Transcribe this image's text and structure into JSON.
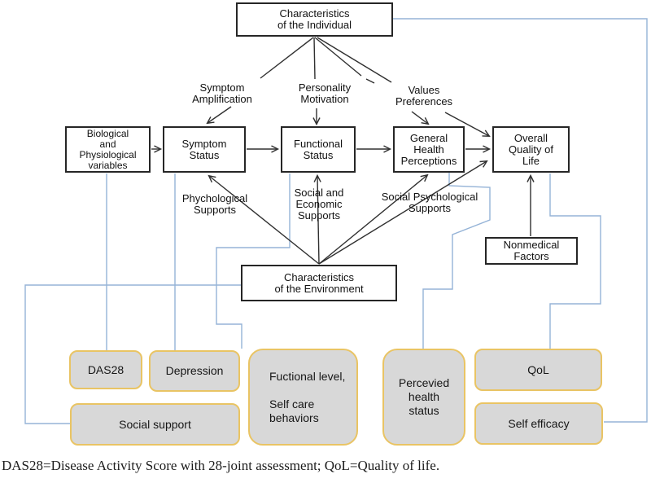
{
  "figure": {
    "title_hint": "Health-related quality of life conceptual model",
    "boxes": {
      "individual": "Characteristics\nof the Individual",
      "biological": "Biological\nand\nPhysiological\nvariables",
      "symptom": "Symptom\nStatus",
      "functional": "Functional\nStatus",
      "general_health": "General\nHealth\nPerceptions",
      "overall_qol": "Overall\nQuality of\nLife",
      "nonmedical": "Nonmedical\nFactors",
      "environment": "Characteristics\nof the Environment"
    },
    "labels": {
      "symptom_amplification": "Symptom\nAmplification",
      "personality_motivation": "Personality\nMotivation",
      "values_preferences": "Values\nPreferences",
      "psychological_supports": "Phychological\nSupports",
      "social_economic_supports": "Social and\nEconomic\nSupports",
      "social_psychological_supports": "Social Psychological\nSupports"
    },
    "measures": {
      "das28": "DAS28",
      "depression": "Depression",
      "functional_level": "Fuctional level,\n\nSelf care\nbehaviors",
      "perceived_health": "Percevied\nhealth\nstatus",
      "qol": "QoL",
      "social_support": "Social support",
      "self_efficacy": "Self efficacy"
    },
    "caption": "DAS28=Disease Activity Score with 28-joint assessment; QoL=Quality of life.",
    "colors": {
      "connector": "#95b3d7",
      "box_border": "#262626",
      "arrow": "#303030",
      "measure_fill": "#d8d8d8",
      "measure_border": "#e9c464"
    }
  }
}
